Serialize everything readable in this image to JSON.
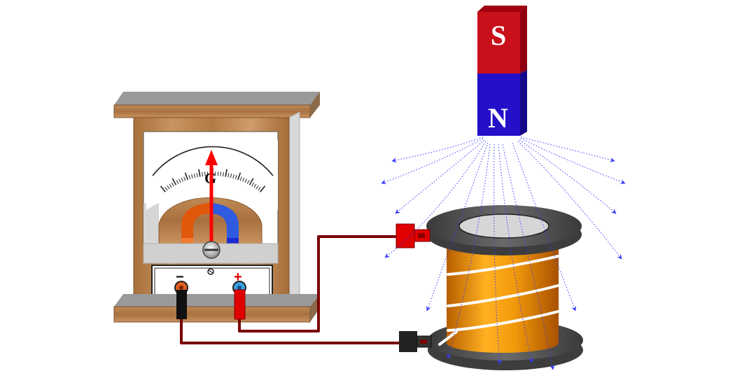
{
  "magnet": {
    "top_pole": "S",
    "bottom_pole": "N",
    "colors": {
      "s": "#c8101a",
      "n": "#2410c8"
    }
  },
  "galvanometer": {
    "label": "G",
    "minus_label": "−",
    "plus_label": "+",
    "pointer_position": "center",
    "colors": {
      "case": "#b9824d",
      "pointer": "#ff0000",
      "magnet_left": "#e0580c",
      "magnet_right": "#2f5be0"
    }
  },
  "coil": {
    "wire_color": "#ee9a10",
    "bobbin_color": "#555555"
  },
  "field_lines": {
    "color": "#3a3aff",
    "style": "dotted"
  },
  "wires": {
    "color": "#7a0000"
  },
  "clips": {
    "red": "#e00000",
    "black": "#222222"
  }
}
